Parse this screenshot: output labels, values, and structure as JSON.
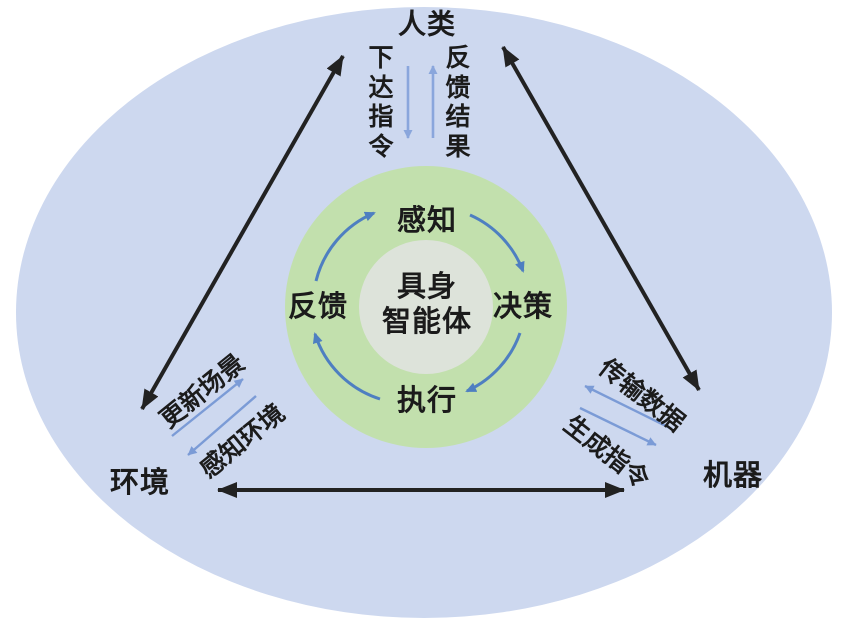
{
  "nodes": {
    "human": "人类",
    "environment": "环境",
    "machine": "机器"
  },
  "agent_core": {
    "line1": "具身",
    "line2": "智能体"
  },
  "cycle": {
    "perceive": "感知",
    "decide": "决策",
    "execute": "执行",
    "feedback": "反馈"
  },
  "human_agent_channel": {
    "command_down": "下达指令",
    "feedback_up": "反馈结果"
  },
  "environment_agent_channel": {
    "update_scene": "更新场景",
    "perceive_environment": "感知环境"
  },
  "machine_agent_channel": {
    "transmit_data": "传输数据",
    "generate_command": "生成指令"
  },
  "colors": {
    "ellipse_bg": "#cdd8ef",
    "ring_green": "#c2e0ad",
    "inner_circle": "#dde3da",
    "text_black": "#1b1b1b",
    "arrow_black": "#222222",
    "arrow_blue_ring": "#4e7fc1",
    "arrow_blue_light": "#8aa6dc",
    "arrow_blue_diag": "#7b9bd6"
  }
}
